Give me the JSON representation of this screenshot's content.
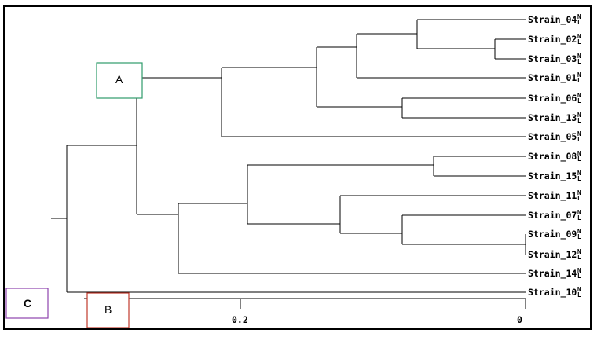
{
  "tree": {
    "leaves": [
      {
        "name": "Strain_04",
        "sup": "N",
        "sub": "L"
      },
      {
        "name": "Strain_02",
        "sup": "N",
        "sub": "L"
      },
      {
        "name": "Strain_03",
        "sup": "N",
        "sub": "L"
      },
      {
        "name": "Strain_01",
        "sup": "N",
        "sub": "L"
      },
      {
        "name": "Strain_06",
        "sup": "N",
        "sub": "L"
      },
      {
        "name": "Strain_13",
        "sup": "N",
        "sub": "L"
      },
      {
        "name": "Strain_05",
        "sup": "N",
        "sub": "L"
      },
      {
        "name": "Strain_08",
        "sup": "N",
        "sub": "L"
      },
      {
        "name": "Strain_15",
        "sup": "N",
        "sub": "L"
      },
      {
        "name": "Strain_11",
        "sup": "N",
        "sub": "L"
      },
      {
        "name": "Strain_07",
        "sup": "N",
        "sub": "L"
      },
      {
        "name": "Strain_09",
        "sup": "N",
        "sub": "L"
      },
      {
        "name": "Strain_12",
        "sup": "N",
        "sub": "L"
      },
      {
        "name": "Strain_14",
        "sup": "N",
        "sub": "L"
      },
      {
        "name": "Strain_10",
        "sup": "N",
        "sub": "L"
      }
    ],
    "scale": {
      "left_tick_label": "0.2",
      "right_tick_label": "0"
    },
    "markers": [
      {
        "label": "A",
        "color": "#2e9b6a"
      },
      {
        "label": "B",
        "color": "#c0392b"
      },
      {
        "label": "C",
        "color": "#8e44ad"
      }
    ]
  }
}
